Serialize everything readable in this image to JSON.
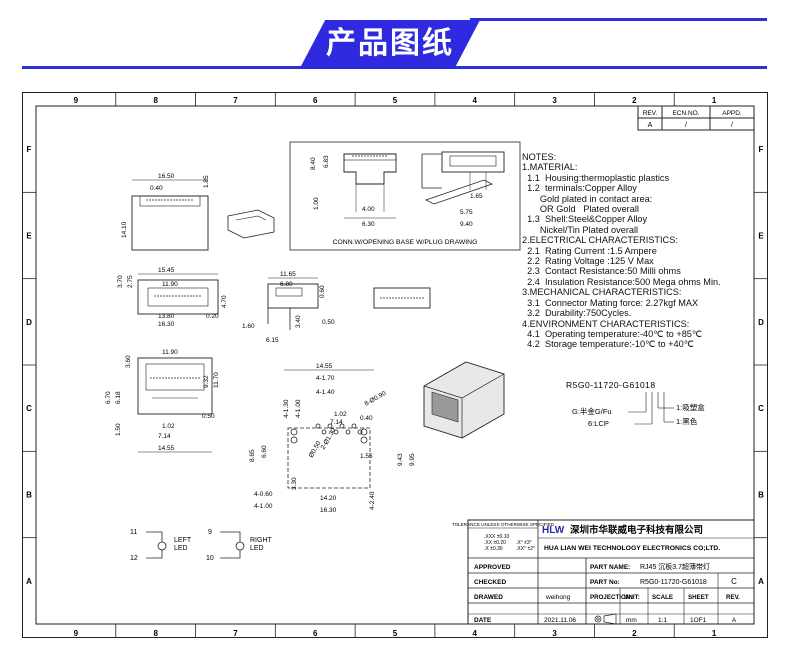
{
  "banner": {
    "title": "产品图纸"
  },
  "grid": {
    "columns": [
      "9",
      "8",
      "7",
      "6",
      "5",
      "4",
      "3",
      "2",
      "1"
    ],
    "rows": [
      "F",
      "E",
      "D",
      "C",
      "B",
      "A"
    ]
  },
  "revision": {
    "headers": [
      "REV.",
      "ECN.NO.",
      "APPD."
    ],
    "values": [
      "A",
      "/",
      "/"
    ]
  },
  "notes": [
    "NOTES:",
    "1.MATERIAL:",
    "  1.1  Housing:thermoplastic plastics",
    "  1.2  terminals:Copper Alloy",
    "       Gold plated in contact area:",
    "       OR Gold   Plated overall",
    "  1.3  Shell:Steel&Copper Alloy",
    "       Nickel/Tin Plated overall",
    "2.ELECTRICAL CHARACTERISTICS:",
    "  2.1  Rating Current :1.5 Ampere",
    "  2.2  Rating Voltage :125 V Max",
    "  2.3  Contact Resistance:50 Milli ohms",
    "  2.4  Insulation Resistance:500 Mega ohms Min.",
    "3.MECHANICAL CHARACTERISTICS:",
    "  3.1  Connector Mating force: 2.27kgf MAX",
    "  3.2  Durability:750Cycles.",
    "4.ENVIRONMENT CHARACTERISTICS:",
    "  4.1  Operating temperature:-40℃ to +85℃",
    "  4.2  Storage temperature:-10℃ to +40℃"
  ],
  "pcb_caption": "CONN.W/OPENING BASE W/PLUG DRAWING",
  "part_code": {
    "code": "R5G0-11720-G61018",
    "notes": [
      "G:半金G/Fu",
      "6:LCP",
      "1:吸塑盒",
      "1:黑色"
    ]
  },
  "leds": {
    "left": {
      "title": "LEFT",
      "sub": "LED",
      "pin_a": "11",
      "pin_b": "12"
    },
    "right": {
      "title": "RIGHT",
      "sub": "LED",
      "pin_a": "9",
      "pin_b": "10"
    }
  },
  "dims": {
    "top_view": [
      "16.50",
      "0.40",
      "1.85",
      "14.10"
    ],
    "front_view": [
      "15.45",
      "11.90",
      "3.70",
      "2.75",
      "4.70",
      "13.80",
      "16.30",
      "0.20"
    ],
    "side_view": [
      "11.65",
      "6.80",
      "0.60",
      "1.60",
      "6.15",
      "3.40",
      "0.50"
    ],
    "bottom_view": [
      "11.90",
      "3.60",
      "6.70",
      "6.18",
      "9.32",
      "11.70",
      "1.02",
      "7.14",
      "14.55",
      "1.50",
      "0.50"
    ],
    "pcb_view": [
      "14.55",
      "4-1.70",
      "4-1.40",
      "4-1.00",
      "4-1.30",
      "1.02",
      "7.14",
      "8-Ø0.90",
      "0.40",
      "8.65",
      "6.60",
      "Ø0.50",
      "2-Ø1.30",
      "3.30",
      "1.55",
      "9.43",
      "9.95",
      "14.20",
      "16.30",
      "4-0.60",
      "4-1.00",
      "4-2.40"
    ],
    "panel_view": [
      "8.40",
      "6.83",
      "1.00",
      "4.00",
      "6.30",
      "1.65",
      "5.75",
      "9.40"
    ]
  },
  "title_block": {
    "tolerance_title": "TOLERANCE UNLESS\nOTHERWISE SPECIFIED",
    "tolerance": [
      ".XXX ±0.10",
      ".XX ±0.20",
      ".X ±0.30",
      ".X° ±3°",
      ".XX° ±2°"
    ],
    "company_cn": "深圳市华联威电子科技有限公司",
    "company_en": "HUA LIAN WEI TECHNOLOGY ELECTRONICS CO;LTD.",
    "logo": "HLW",
    "labels": {
      "approved": "APPROVED",
      "checked": "CHECKED",
      "drawed": "DRAWED",
      "date": "DATE",
      "part_name": "PART NAME:",
      "part_no": "PART No:",
      "projection": "PROJECTION:",
      "unit": "UNIT:",
      "scale": "SCALE",
      "sheet": "SHEET",
      "rev": "REV."
    },
    "drawer": "weihong",
    "date": "2021.11.06",
    "part_name": "RJ45 沉板3.7超薄带灯",
    "part_no": "R5G0-11720-G61018",
    "rev_letter": "C",
    "unit": "mm",
    "scale": "1:1",
    "sheet": "1OF1",
    "rev": "A"
  }
}
